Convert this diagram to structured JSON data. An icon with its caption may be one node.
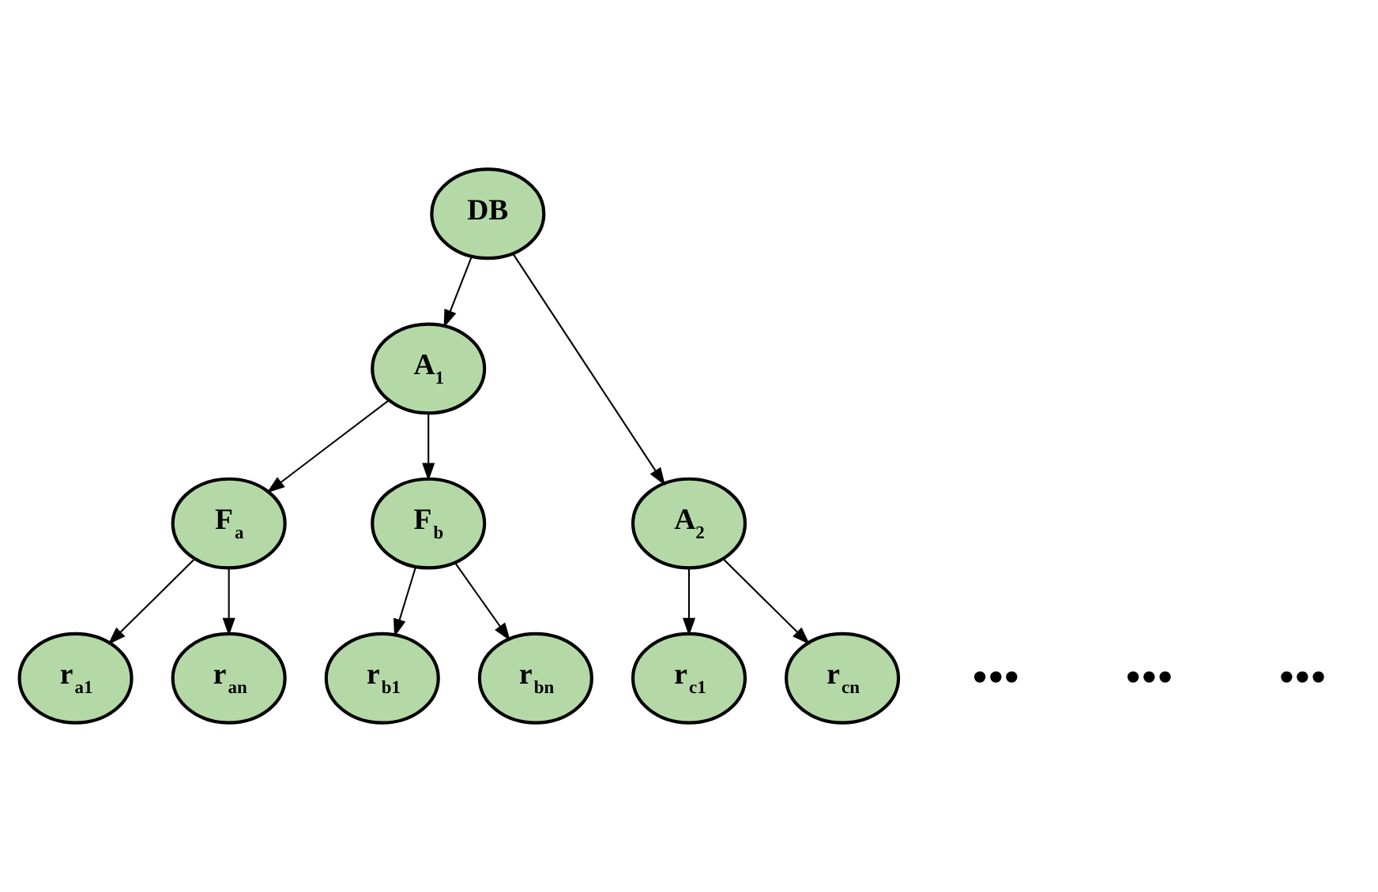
{
  "diagram": {
    "nodes": [
      {
        "text": [
          "DB"
        ]
      },
      {
        "text": [
          "A$_{1}$"
        ]
      },
      {
        "text": [
          "A$_{2}$"
        ]
      },
      {
        "text": [
          "F$_{a}$"
        ]
      },
      {
        "text": [
          "F$_{b}$"
        ]
      },
      {
        "text": [
          "r$_{a1}$"
        ]
      },
      {
        "text": [
          "r$_{an}$"
        ]
      },
      {
        "text": [
          "r$_{b1}$"
        ]
      },
      {
        "text": [
          "r$_{bn}$"
        ]
      },
      {
        "text": [
          "r$_{c1}$"
        ]
      },
      {
        "text": [
          "r$_{cn}$"
        ]
      }
    ],
    "edges": [
      {
        "from": 0,
        "to": 1,
        "arrow": "to"
      },
      {
        "from": 0,
        "to": 2,
        "arrow": "to"
      },
      {
        "from": 1,
        "to": 3,
        "arrow": "to"
      },
      {
        "from": 1,
        "to": 4,
        "arrow": "to"
      },
      {
        "from": 3,
        "to": 5,
        "arrow": "to"
      },
      {
        "from": 3,
        "to": 6,
        "arrow": "to"
      },
      {
        "from": 4,
        "to": 7,
        "arrow": "to"
      },
      {
        "from": 4,
        "to": 8,
        "arrow": "to"
      },
      {
        "from": 2,
        "to": 9,
        "arrow": "to"
      },
      {
        "from": 2,
        "to": 10,
        "arrow": "to"
      }
    ],
    "labels": [
      "●●●",
      "●●●",
      "●●●"
    ]
  }
}
